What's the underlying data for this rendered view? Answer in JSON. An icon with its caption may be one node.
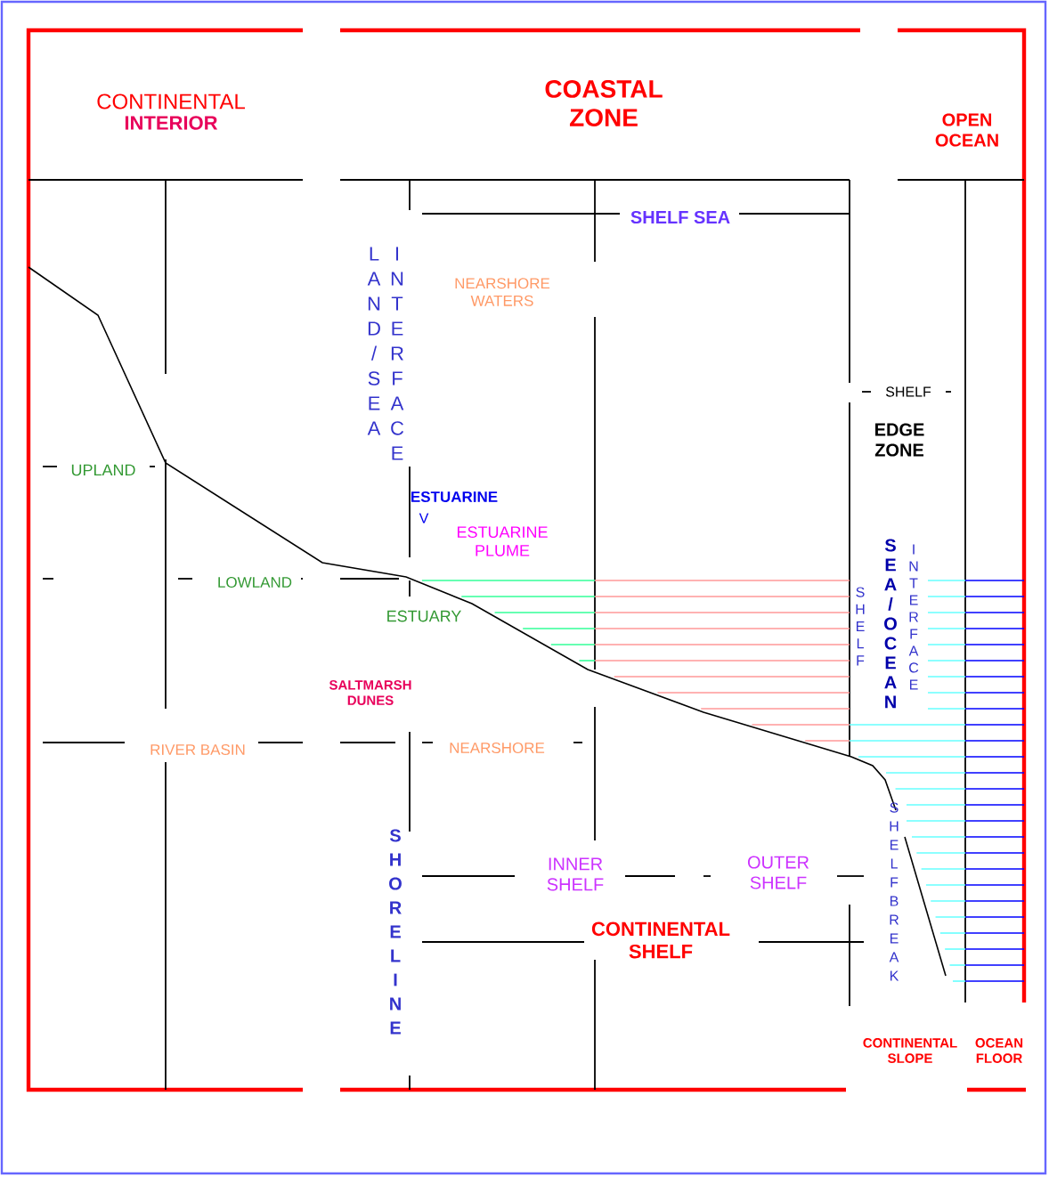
{
  "diagram": {
    "labels": [
      "CONTINENTAL",
      "INTERIOR",
      "COASTAL ZONE",
      "OPEN OCEAN",
      "SHELF SEA",
      "LAND/SEA",
      "INTERFACE",
      "NEARSHORE WATERS",
      "SHELF",
      "EDGE ZONE",
      "UPLAND",
      "ESTUARINE",
      "V",
      "ESTUARINE PLUME",
      "LOWLAND",
      "SHELF",
      "SEA/OCEAN",
      "INTERFACE",
      "ESTUARY",
      "SALTMARSH DUNES",
      "RIVER BASIN",
      "NEARSHORE",
      "SHORELINE",
      "INNER SHELF",
      "OUTER SHELF",
      "CONTINENTAL SHELF",
      "SHELFBREAK",
      "CONTINENTAL SLOPE",
      "OCEAN FLOOR"
    ]
  }
}
